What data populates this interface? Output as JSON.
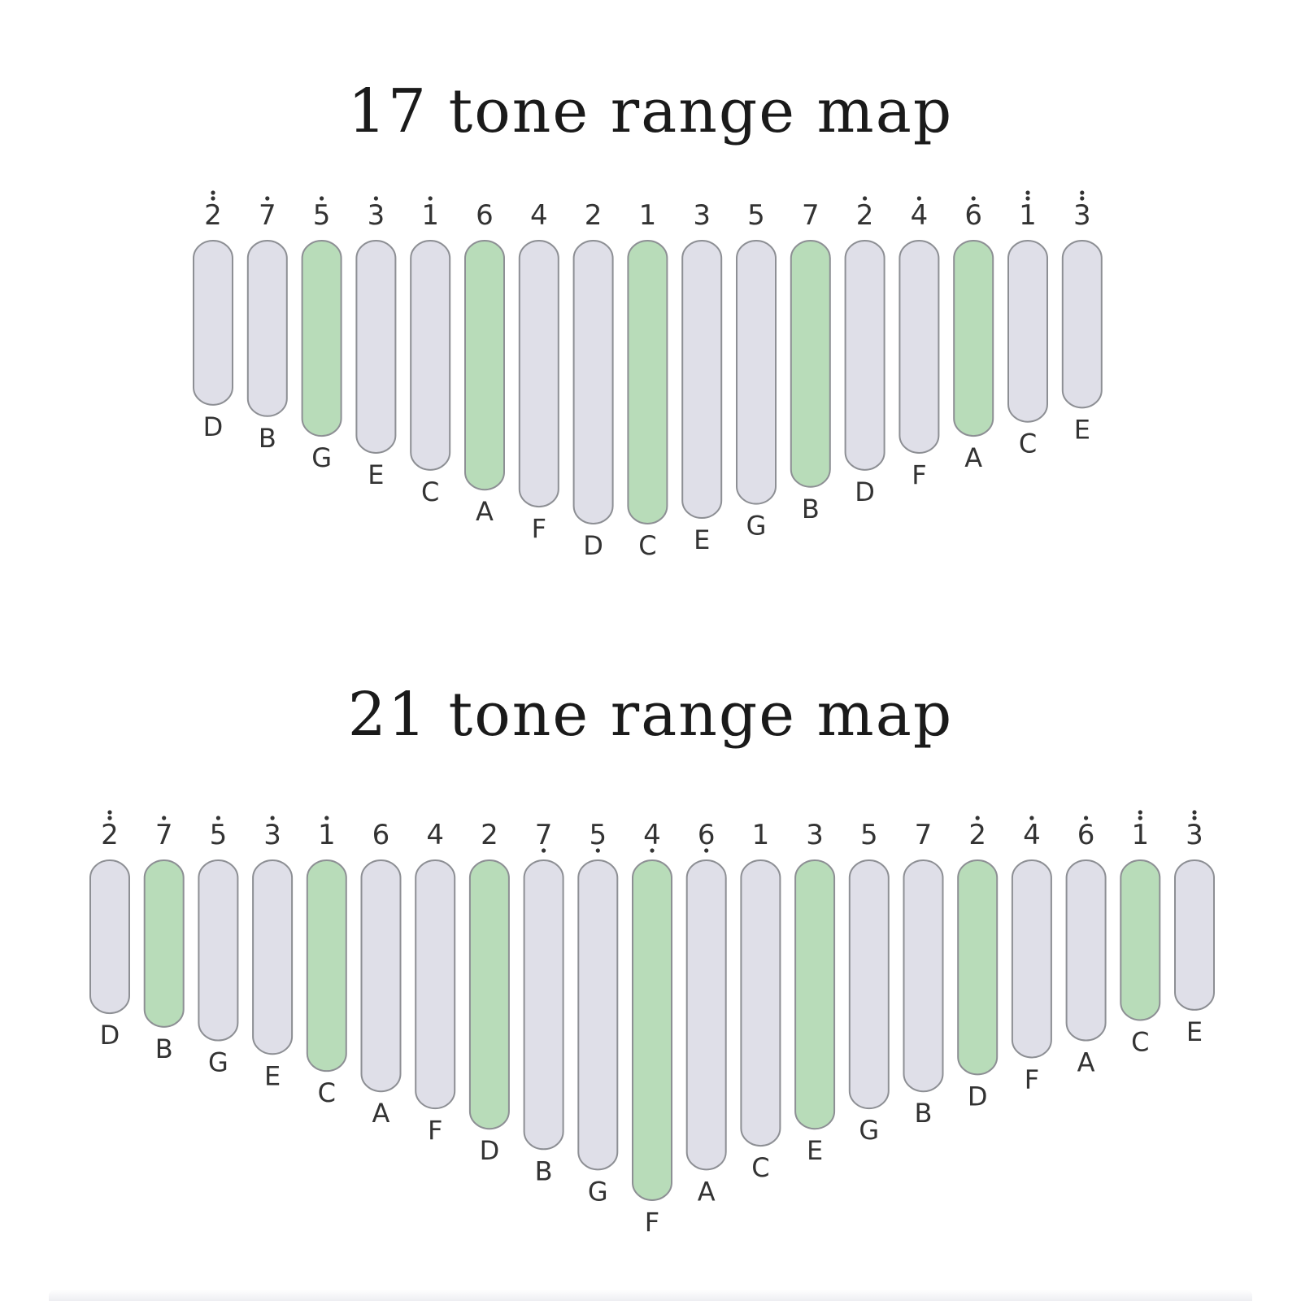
{
  "colors": {
    "tine_fill": "#dfdfe8",
    "tine_highlight": "#b8dcb9",
    "tine_stroke": "#8d8f94",
    "label_color": "#333333"
  },
  "maps": [
    {
      "title": "17 tone range map",
      "tines": [
        {
          "number": "2",
          "dots_above": 2,
          "dots_below": 0,
          "note": "D",
          "length": 0.58,
          "highlight": false
        },
        {
          "number": "7",
          "dots_above": 1,
          "dots_below": 0,
          "note": "B",
          "length": 0.62,
          "highlight": false
        },
        {
          "number": "5",
          "dots_above": 1,
          "dots_below": 0,
          "note": "G",
          "length": 0.69,
          "highlight": true
        },
        {
          "number": "3",
          "dots_above": 1,
          "dots_below": 0,
          "note": "E",
          "length": 0.75,
          "highlight": false
        },
        {
          "number": "1",
          "dots_above": 1,
          "dots_below": 0,
          "note": "C",
          "length": 0.81,
          "highlight": false
        },
        {
          "number": "6",
          "dots_above": 0,
          "dots_below": 0,
          "note": "A",
          "length": 0.88,
          "highlight": true
        },
        {
          "number": "4",
          "dots_above": 0,
          "dots_below": 0,
          "note": "F",
          "length": 0.94,
          "highlight": false
        },
        {
          "number": "2",
          "dots_above": 0,
          "dots_below": 0,
          "note": "D",
          "length": 1.0,
          "highlight": false
        },
        {
          "number": "1",
          "dots_above": 0,
          "dots_below": 0,
          "note": "C",
          "length": 1.0,
          "highlight": true
        },
        {
          "number": "3",
          "dots_above": 0,
          "dots_below": 0,
          "note": "E",
          "length": 0.98,
          "highlight": false
        },
        {
          "number": "5",
          "dots_above": 0,
          "dots_below": 0,
          "note": "G",
          "length": 0.93,
          "highlight": false
        },
        {
          "number": "7",
          "dots_above": 0,
          "dots_below": 0,
          "note": "B",
          "length": 0.87,
          "highlight": true
        },
        {
          "number": "2",
          "dots_above": 1,
          "dots_below": 0,
          "note": "D",
          "length": 0.81,
          "highlight": false
        },
        {
          "number": "4",
          "dots_above": 1,
          "dots_below": 0,
          "note": "F",
          "length": 0.75,
          "highlight": false
        },
        {
          "number": "6",
          "dots_above": 1,
          "dots_below": 0,
          "note": "A",
          "length": 0.69,
          "highlight": true
        },
        {
          "number": "1",
          "dots_above": 2,
          "dots_below": 0,
          "note": "C",
          "length": 0.64,
          "highlight": false
        },
        {
          "number": "3",
          "dots_above": 2,
          "dots_below": 0,
          "note": "E",
          "length": 0.59,
          "highlight": false
        }
      ]
    },
    {
      "title": "21 tone range map",
      "tines": [
        {
          "number": "2",
          "dots_above": 2,
          "dots_below": 0,
          "note": "D",
          "length": 0.45,
          "highlight": false
        },
        {
          "number": "7",
          "dots_above": 1,
          "dots_below": 0,
          "note": "B",
          "length": 0.49,
          "highlight": true
        },
        {
          "number": "5",
          "dots_above": 1,
          "dots_below": 0,
          "note": "G",
          "length": 0.53,
          "highlight": false
        },
        {
          "number": "3",
          "dots_above": 1,
          "dots_below": 0,
          "note": "E",
          "length": 0.57,
          "highlight": false
        },
        {
          "number": "1",
          "dots_above": 1,
          "dots_below": 0,
          "note": "C",
          "length": 0.62,
          "highlight": true
        },
        {
          "number": "6",
          "dots_above": 0,
          "dots_below": 0,
          "note": "A",
          "length": 0.68,
          "highlight": false
        },
        {
          "number": "4",
          "dots_above": 0,
          "dots_below": 0,
          "note": "F",
          "length": 0.73,
          "highlight": false
        },
        {
          "number": "2",
          "dots_above": 0,
          "dots_below": 0,
          "note": "D",
          "length": 0.79,
          "highlight": true
        },
        {
          "number": "7",
          "dots_above": 0,
          "dots_below": 1,
          "note": "B",
          "length": 0.85,
          "highlight": false
        },
        {
          "number": "5",
          "dots_above": 0,
          "dots_below": 1,
          "note": "G",
          "length": 0.91,
          "highlight": false
        },
        {
          "number": "4",
          "dots_above": 0,
          "dots_below": 1,
          "note": "F",
          "length": 1.0,
          "highlight": true
        },
        {
          "number": "6",
          "dots_above": 0,
          "dots_below": 1,
          "note": "A",
          "length": 0.91,
          "highlight": false
        },
        {
          "number": "1",
          "dots_above": 0,
          "dots_below": 0,
          "note": "C",
          "length": 0.84,
          "highlight": false
        },
        {
          "number": "3",
          "dots_above": 0,
          "dots_below": 0,
          "note": "E",
          "length": 0.79,
          "highlight": true
        },
        {
          "number": "5",
          "dots_above": 0,
          "dots_below": 0,
          "note": "G",
          "length": 0.73,
          "highlight": false
        },
        {
          "number": "7",
          "dots_above": 0,
          "dots_below": 0,
          "note": "B",
          "length": 0.68,
          "highlight": false
        },
        {
          "number": "2",
          "dots_above": 1,
          "dots_below": 0,
          "note": "D",
          "length": 0.63,
          "highlight": true
        },
        {
          "number": "4",
          "dots_above": 1,
          "dots_below": 0,
          "note": "F",
          "length": 0.58,
          "highlight": false
        },
        {
          "number": "6",
          "dots_above": 1,
          "dots_below": 0,
          "note": "A",
          "length": 0.53,
          "highlight": false
        },
        {
          "number": "1",
          "dots_above": 2,
          "dots_below": 0,
          "note": "C",
          "length": 0.47,
          "highlight": true
        },
        {
          "number": "3",
          "dots_above": 2,
          "dots_below": 0,
          "note": "E",
          "length": 0.44,
          "highlight": false
        }
      ]
    }
  ]
}
